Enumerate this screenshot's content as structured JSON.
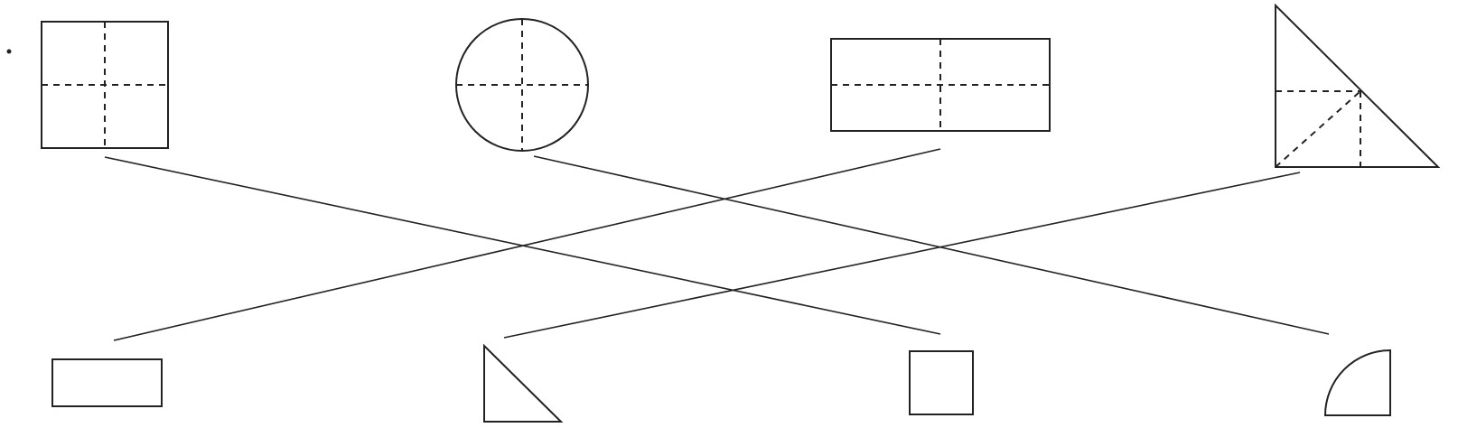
{
  "diagram": {
    "colors": {
      "ink": "#222222",
      "background": "#ffffff"
    },
    "folded_shapes": [
      {
        "name": "square",
        "folds": "quarters"
      },
      {
        "name": "circle",
        "folds": "quarters"
      },
      {
        "name": "rectangle",
        "folds": "quarters"
      },
      {
        "name": "triangle",
        "folds": "quarters"
      }
    ],
    "result_shapes": [
      {
        "name": "rectangle"
      },
      {
        "name": "triangle"
      },
      {
        "name": "square"
      },
      {
        "name": "quarter-circle"
      }
    ],
    "matches": [
      {
        "from": "square",
        "to": "square"
      },
      {
        "from": "circle",
        "to": "quarter-circle"
      },
      {
        "from": "rectangle",
        "to": "rectangle"
      },
      {
        "from": "triangle",
        "to": "triangle"
      }
    ]
  }
}
